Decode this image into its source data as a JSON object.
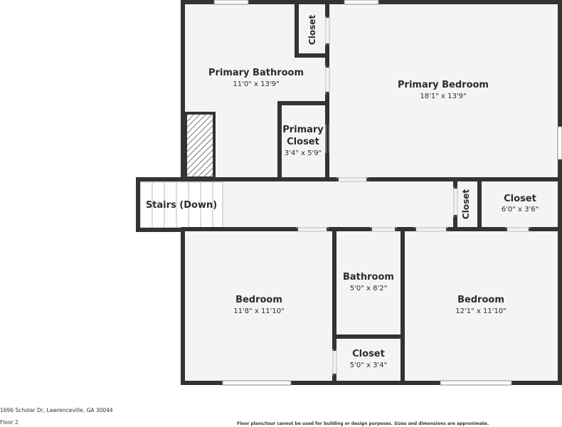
{
  "rooms": {
    "primary_bathroom": {
      "name": "Primary Bathroom",
      "dim": "11'0\" x 13'9\""
    },
    "primary_bedroom": {
      "name": "Primary Bedroom",
      "dim": "18'1\" x 13'9\""
    },
    "primary_closet": {
      "name_line1": "Primary",
      "name_line2": "Closet",
      "dim": "3'4\" x 5'9\""
    },
    "closet_top": {
      "name": "Closet"
    },
    "stairs": {
      "name": "Stairs (Down)"
    },
    "closet_hall": {
      "name": "Closet"
    },
    "closet_right": {
      "name": "Closet",
      "dim": "6'0\" x 3'6\""
    },
    "bedroom_left": {
      "name": "Bedroom",
      "dim": "11'8\" x 11'10\""
    },
    "bathroom": {
      "name": "Bathroom",
      "dim": "5'0\" x 8'2\""
    },
    "bedroom_right": {
      "name": "Bedroom",
      "dim": "12'1\" x 11'10\""
    },
    "closet_bottom": {
      "name": "Closet",
      "dim": "5'0\" x 3'4\""
    }
  },
  "footer": {
    "address": "1696 Scholar Dr, Lawrenceville, GA 30044",
    "floor": "Floor 2",
    "disclaimer": "Floor plans/tour cannot be used for building or design purposes. Sizes and dimensions are approximate."
  },
  "colors": {
    "wall": "#333333",
    "floor": "#f4f4f4",
    "window": "#cfcfcf",
    "hatch": "#555555"
  }
}
